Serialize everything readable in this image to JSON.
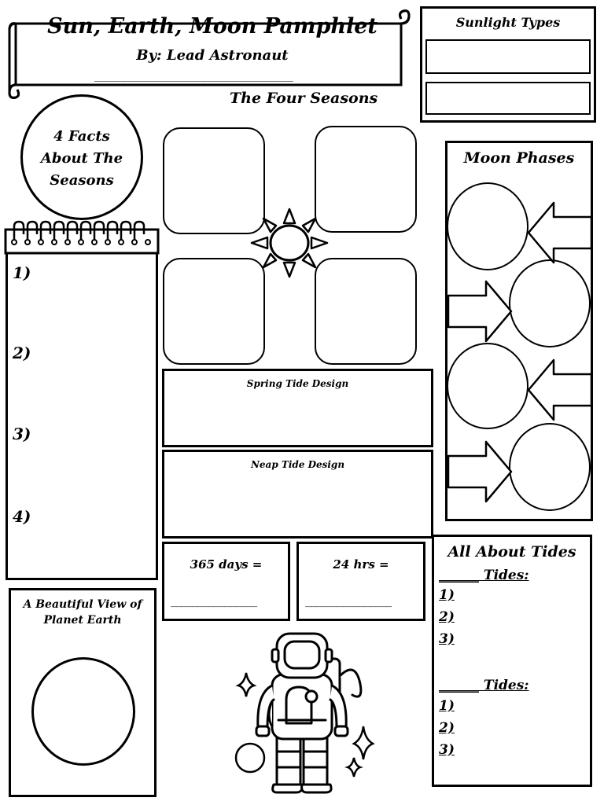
{
  "header": {
    "title": "Sun, Earth, Moon Pamphlet",
    "byline": "By: Lead Astronaut",
    "underline": "______________________________",
    "subtitle": "The Four Seasons"
  },
  "sunlight": {
    "title": "Sunlight Types"
  },
  "facts": {
    "title_line1": "4 Facts",
    "title_line2": "About The",
    "title_line3": "Seasons",
    "items": [
      "1)",
      "2)",
      "3)",
      "4)"
    ]
  },
  "moon_phases": {
    "title": "Moon Phases"
  },
  "tides": {
    "spring": "Spring Tide Design",
    "neap": "Neap Tide Design"
  },
  "time": {
    "days": "365 days =",
    "hours": "24 hrs =",
    "blank": "________________"
  },
  "earth_view": {
    "title_line1": "A Beautiful View of",
    "title_line2": "Planet Earth"
  },
  "all_tides": {
    "title": "All About Tides",
    "group1_label": "______ Tides:",
    "group1_items": [
      "1)",
      "2)",
      "3)"
    ],
    "group2_label": "______ Tides:",
    "group2_items": [
      "1)",
      "2)",
      "3)"
    ]
  }
}
